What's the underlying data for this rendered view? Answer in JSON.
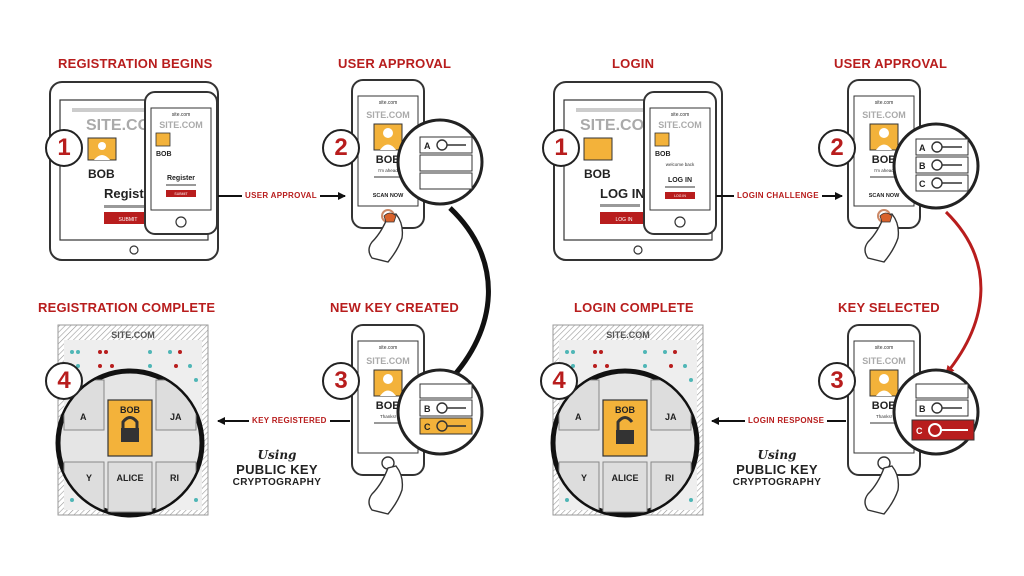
{
  "registration": {
    "step1_title": "REGISTRATION BEGINS",
    "step2_title": "USER APPROVAL",
    "step3_title": "NEW KEY CREATED",
    "step4_title": "REGISTRATION COMPLETE",
    "arrow1_label": "USER APPROVAL",
    "arrow3_label": "KEY REGISTERED",
    "tablet_site": "SITE.COM",
    "tablet_user": "BOB",
    "tablet_action": "Register",
    "tablet_button": "SUBMIT",
    "phone_site": "site.com",
    "phone_heading": "SITE.COM",
    "phone_user": "BOB",
    "phone_action": "Register",
    "phone_button": "SUBMIT",
    "approval_site": "site.com",
    "approval_heading": "SITE.COM",
    "approval_user": "BOB",
    "approval_note": "I'm ahead",
    "approval_scan": "SCAN NOW",
    "created_site": "site.com",
    "created_heading": "SITE.COM",
    "created_user": "BOB",
    "created_note": "Thanks!",
    "server_site": "SITE.COM",
    "server_user_main": "BOB",
    "server_user_bottom": "ALICE",
    "server_user_left": "A",
    "server_user_right": "JA",
    "server_user_bl": "Y",
    "server_user_br": "RI"
  },
  "login": {
    "step1_title": "LOGIN",
    "step2_title": "USER APPROVAL",
    "step3_title": "KEY SELECTED",
    "step4_title": "LOGIN COMPLETE",
    "arrow1_label": "LOGIN CHALLENGE",
    "arrow3_label": "LOGIN RESPONSE",
    "tablet_site": "SITE.COM",
    "tablet_user": "BOB",
    "tablet_action": "LOG IN",
    "tablet_button": "LOG IN",
    "phone_site": "site.com",
    "phone_heading": "SITE.COM",
    "phone_user": "BOB",
    "phone_note": "welcome back",
    "phone_action": "LOG IN",
    "phone_button": "LOG IN",
    "approval_site": "site.com",
    "approval_heading": "SITE.COM",
    "approval_user": "BOB",
    "approval_note": "I'm ahead",
    "approval_scan": "SCAN NOW",
    "selected_site": "site.com",
    "selected_heading": "SITE.COM",
    "selected_user": "BOB",
    "selected_note": "Thanks!",
    "server_site": "SITE.COM",
    "server_user_main": "BOB",
    "server_user_bottom": "ALICE",
    "server_user_left": "A",
    "server_user_right": "JA",
    "server_user_bl": "Y",
    "server_user_br": "RI"
  },
  "step_numbers": [
    "1",
    "2",
    "3",
    "4"
  ],
  "key_letters": [
    "A",
    "B",
    "C"
  ],
  "public_key": {
    "using": "Using",
    "line1": "PUBLIC KEY",
    "line2": "CRYPTOGRAPHY"
  },
  "colors": {
    "accent": "#b81d1d",
    "avatar": "#f3b23a",
    "ink": "#222222",
    "teal": "#4fb6b6"
  }
}
